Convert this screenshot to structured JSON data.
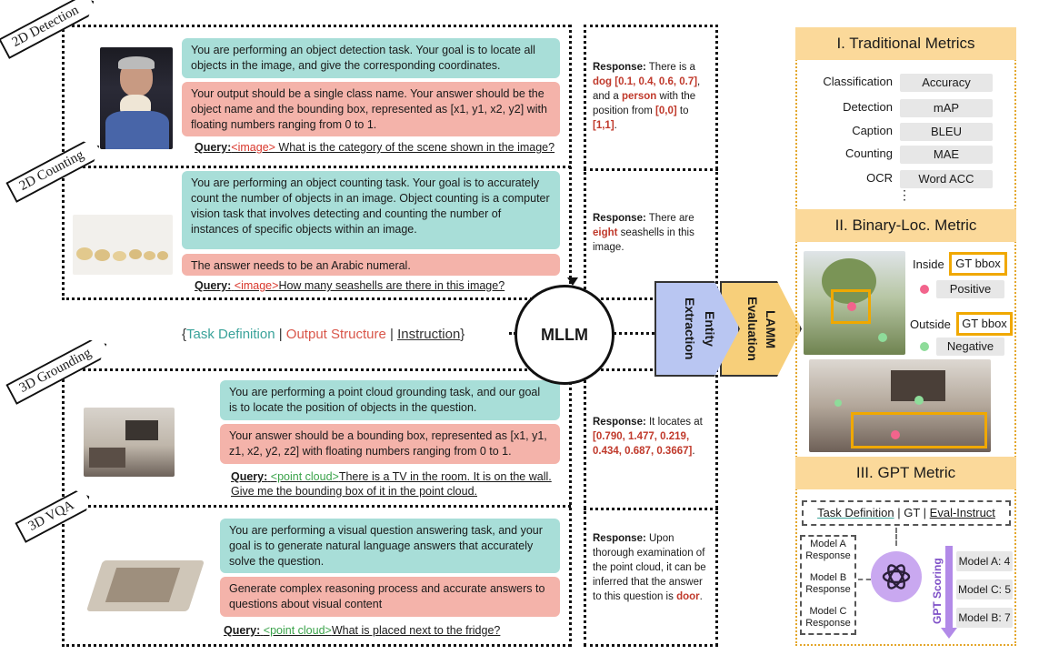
{
  "tasks": {
    "detection": {
      "tag": "2D Detection",
      "task_def": "You are performing an object detection task. Your goal is to locate all objects in the image,  and give the corresponding coordinates.",
      "output": "Your output should be a single class name. Your answer should be the object name and the bounding box, represented as [x1, y1, x2, y2] with floating numbers ranging from 0 to 1.",
      "query_label": "Query:",
      "query_token": "<image>",
      "query_text": " What is the category of the scene shown in the image?",
      "resp_label": "Response:",
      "resp_parts": [
        " There is a ",
        "dog [0.1, 0.4, 0.6, 0.7]",
        ", and a ",
        "person",
        " with the position from ",
        "[0,0]",
        " to ",
        "[1,1]",
        "."
      ]
    },
    "counting": {
      "tag": "2D Counting",
      "task_def": "You are performing an object counting task. Your goal is to accurately count the number of objects in an image. Object counting is a computer vision task that involves detecting and counting the number of instances of specific objects within an image.",
      "output": "The answer needs to be an Arabic numeral.",
      "query_label": "Query:",
      "query_token": "<image>",
      "query_text": "How many seashells are there in this image?",
      "resp_label": "Response:",
      "resp_parts": [
        " There are ",
        "eight",
        " seashells in this image."
      ]
    },
    "grounding": {
      "tag": "3D Grounding",
      "task_def": "You are performing a point cloud grounding task, and our goal is to locate the position of objects in the question.",
      "output": "Your answer should be a bounding box, represented as [x1, y1, z1,  x2, y2, z2] with floating numbers ranging from 0 to 1.",
      "query_label": "Query:",
      "query_token": "<point cloud>",
      "query_text": "There is a TV  in the room. It is on the wall. Give  me the bounding box of it in the point cloud.",
      "resp_label": "Response:",
      "resp_parts": [
        " It locates at ",
        "[0.790, 1.477, 0.219, 0.434, 0.687, 0.3667]",
        "."
      ]
    },
    "vqa": {
      "tag": "3D VQA",
      "task_def": "You are performing a visual question answering task, and your goal is to generate natural language answers that accurately solve the question.",
      "output": "Generate complex reasoning process and  accurate answers to questions about visual content",
      "query_label": "Query:",
      "query_token": "<point cloud>",
      "query_text": "What is placed next to the fridge?",
      "resp_label": "Response:",
      "resp_parts": [
        " Upon thorough examination of the point cloud, it can be inferred that the answer to this question is ",
        "door",
        "."
      ]
    }
  },
  "legend": {
    "open": "{",
    "task_def": "Task Definition",
    "sep1": " | ",
    "output": "Output Structure",
    "sep2": " | ",
    "instruction": "Instruction",
    "close": "}"
  },
  "mllm_label": "MLLM",
  "entity_extraction": "Entity Extraction",
  "lamm_evaluation": "LAMM Evaluation",
  "traditional": {
    "header": "I. Traditional Metrics",
    "rows": [
      {
        "label": "Classification",
        "value": "Accuracy"
      },
      {
        "label": "Detection",
        "value": "mAP"
      },
      {
        "label": "Caption",
        "value": "BLEU"
      },
      {
        "label": "Counting",
        "value": "MAE"
      },
      {
        "label": "OCR",
        "value": "Word ACC"
      }
    ],
    "more": "⋮"
  },
  "binary": {
    "header": "II. Binary-Loc. Metric",
    "inside": "Inside",
    "outside": "Outside",
    "gt_bbox": "GT bbox",
    "positive": "Positive",
    "negative": "Negative"
  },
  "gpt": {
    "header": "III. GPT Metric",
    "task_def": "Task Definition",
    "gt": "GT",
    "eval": "Eval-Instruct",
    "sep": " | ",
    "models": [
      "Model A Response",
      "Model B Response",
      "Model C Response"
    ],
    "scoring": "GPT Scoring",
    "scores": [
      "Model A: 4",
      "Model C: 5",
      "Model B: 7"
    ]
  },
  "colors": {
    "teal": "#a8ded8",
    "pink": "#f4b3aa",
    "metric_header": "#fbd99a",
    "entity": "#b9c6f2",
    "lamm": "#f7cf7a",
    "gt_box": "#f0a800"
  }
}
